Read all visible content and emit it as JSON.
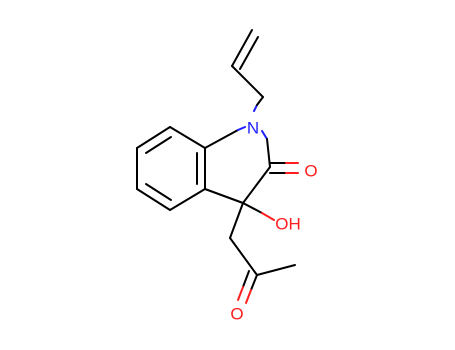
{
  "molecule": {
    "atoms": [
      {
        "id": "n1",
        "label": "N",
        "color": "#1f1fff"
      },
      {
        "id": "o_carbonyl",
        "label": "O",
        "color": "#ff1f1f"
      },
      {
        "id": "o_hydroxyl",
        "label": "OH",
        "color": "#ff1f1f"
      },
      {
        "id": "o_ketone",
        "label": "O",
        "color": "#ff1f1f"
      }
    ]
  }
}
